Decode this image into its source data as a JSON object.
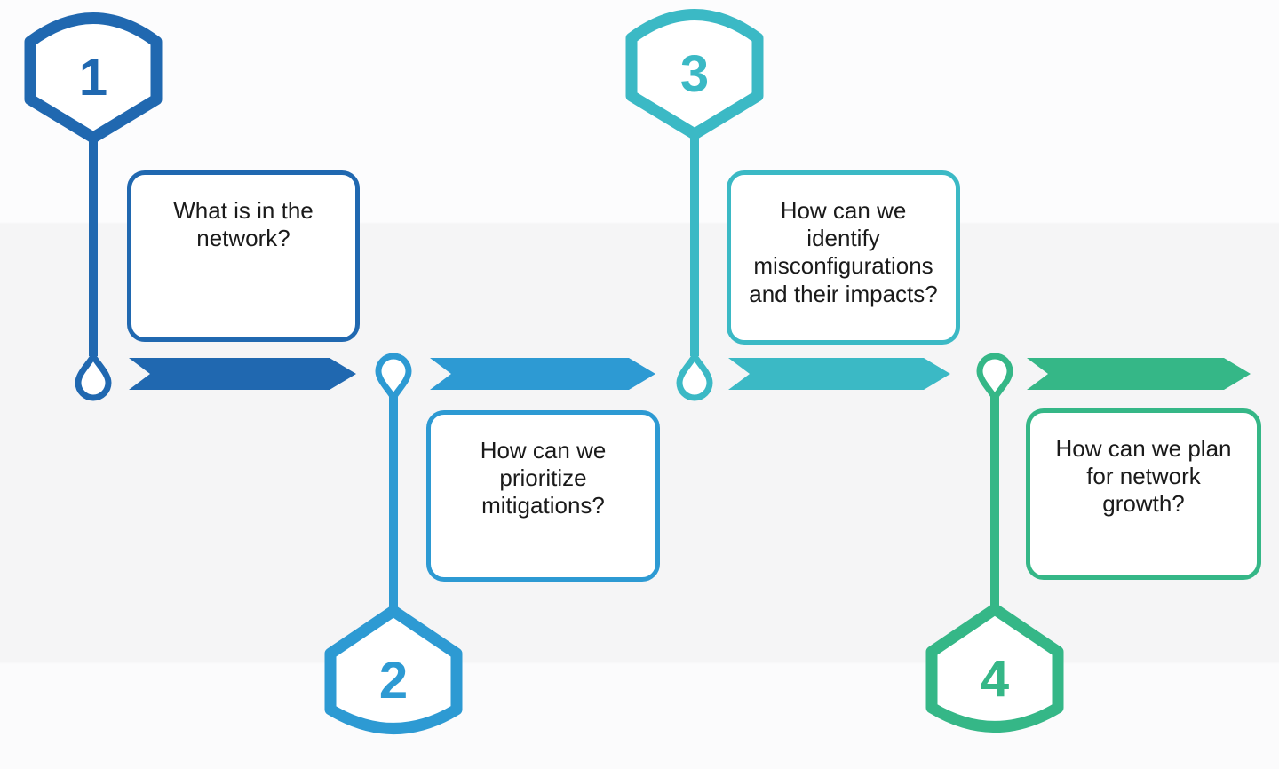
{
  "diagram": {
    "type": "process-timeline",
    "steps": [
      {
        "number": "1",
        "question": "What is in the network?",
        "color": "#2068b0",
        "badge_position": "above-timeline"
      },
      {
        "number": "2",
        "question": "How can we prioritize mitigations?",
        "color": "#2d9ad3",
        "badge_position": "below-timeline"
      },
      {
        "number": "3",
        "question": "How can we identify misconfigurations and their impacts?",
        "color": "#3bb9c5",
        "badge_position": "above-timeline"
      },
      {
        "number": "4",
        "question": "How can we plan for network growth?",
        "color": "#35b787",
        "badge_position": "below-timeline"
      }
    ]
  }
}
